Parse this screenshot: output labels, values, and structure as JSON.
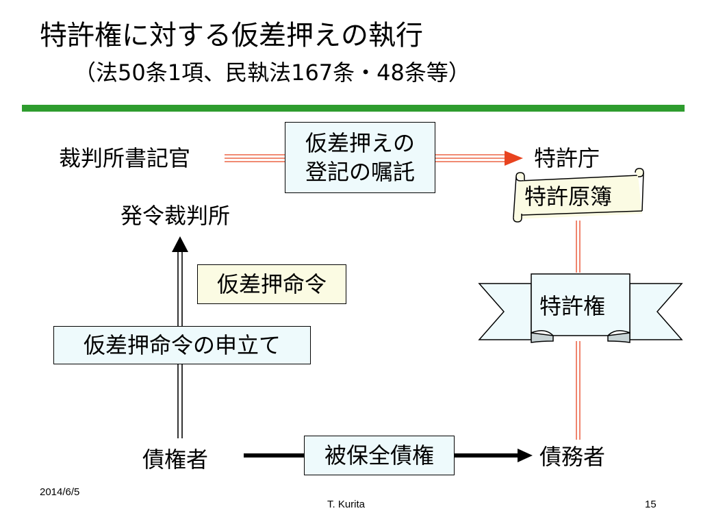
{
  "title": {
    "main": "特許権に対する仮差押えの執行",
    "sub": "（法50条1項、民執法167条・48条等）"
  },
  "nodes": {
    "court_clerk": "裁判所書記官",
    "patent_office": "特許庁",
    "issuing_court": "発令裁判所",
    "creditor": "債権者",
    "debtor": "債務者"
  },
  "boxes": {
    "registration_request_line1": "仮差押えの",
    "registration_request_line2": "登記の嘱託",
    "patent_registry": "特許原簿",
    "provisional_attachment_order": "仮差押命令",
    "application": "仮差押命令の申立て",
    "patent_right": "特許権",
    "secured_claim": "被保全債権"
  },
  "colors": {
    "accent_green": "#2e9c2e",
    "red_line": "#e8431f",
    "box_blue_fill": "#eefafc",
    "box_yellow_fill": "#fbfbe3",
    "ribbon_fill": "#eefafc"
  },
  "footer": {
    "date": "2014/6/5",
    "author": "T. Kurita",
    "page": "15"
  }
}
